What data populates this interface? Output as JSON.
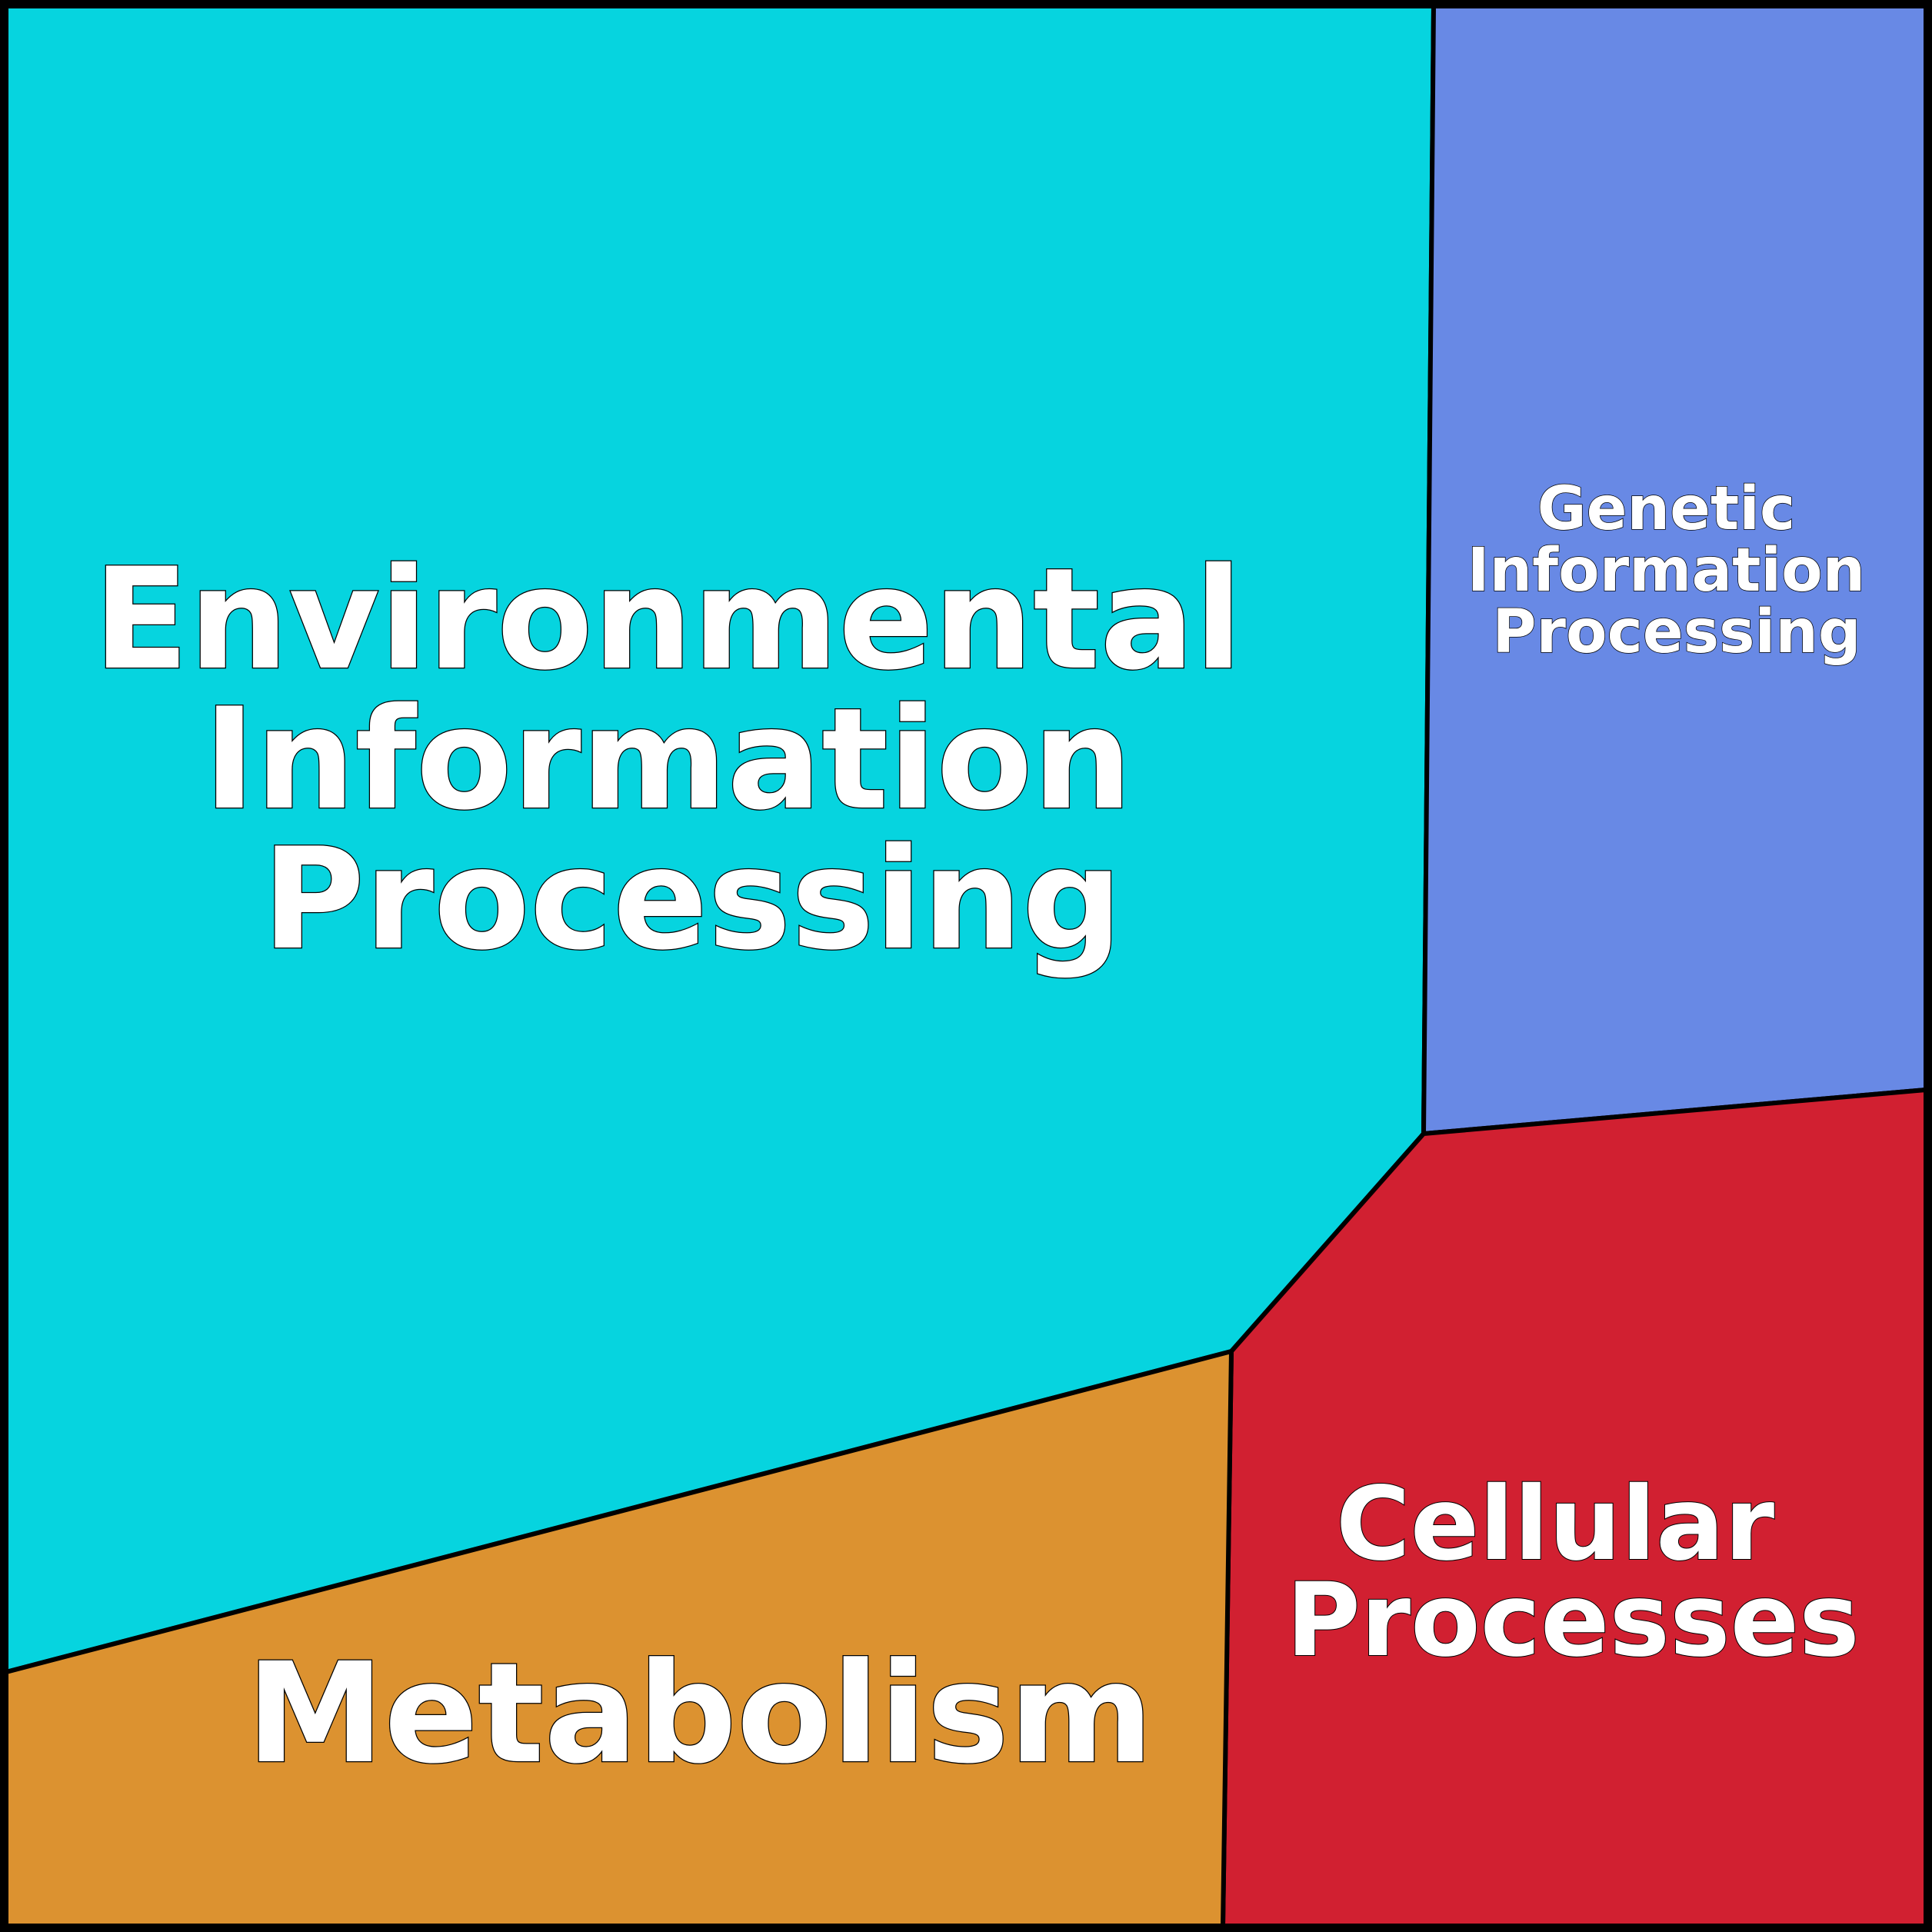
{
  "chart_data": {
    "type": "voronoi-treemap",
    "cells": [
      {
        "name": "Environmental Information Processing",
        "lines": [
          "Environmental",
          "Information",
          "Processing"
        ],
        "color": "#06d4df"
      },
      {
        "name": "Genetic Information Processing",
        "lines": [
          "Genetic",
          "Information",
          "Processing"
        ],
        "color": "#6889e5"
      },
      {
        "name": "Cellular Processes",
        "lines": [
          "Cellular",
          "Processes"
        ],
        "color": "#d12031"
      },
      {
        "name": "Metabolism",
        "lines": [
          "Metabolism"
        ],
        "color": "#dc9230"
      }
    ],
    "border_color": "#000000"
  }
}
